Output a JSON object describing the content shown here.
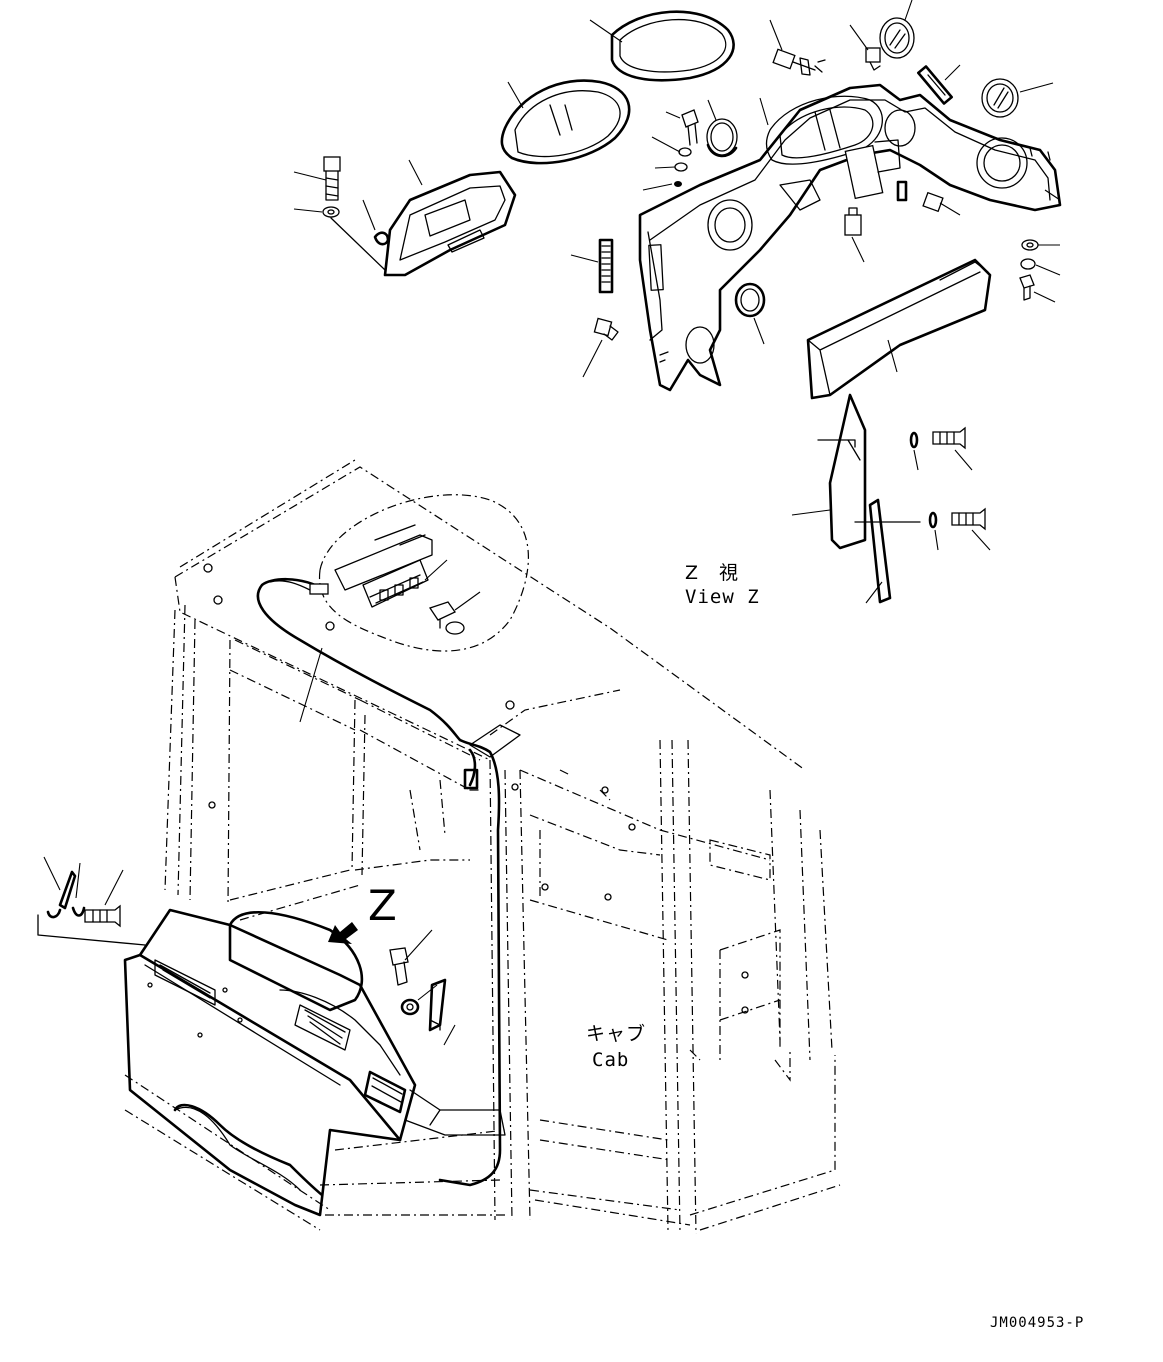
{
  "figure": {
    "view_label_jp": "Z　視",
    "view_label_en": "View Z",
    "arrow_label": "Z",
    "cab_label_jp": "キャブ",
    "cab_label_en": "Cab",
    "drawing_code": "JM004953-P"
  }
}
